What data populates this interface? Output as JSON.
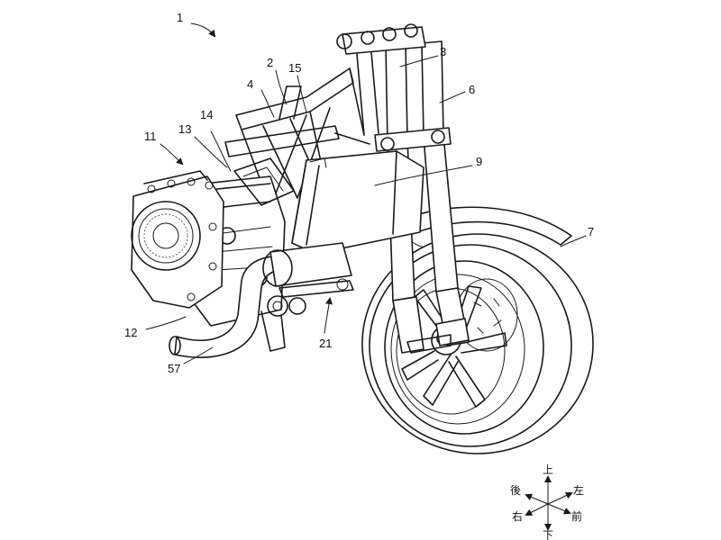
{
  "reference_numerals": {
    "n1": "1",
    "n2": "2",
    "n3": "3",
    "n4": "4",
    "n6": "6",
    "n7": "7",
    "n9": "9",
    "n11": "11",
    "n12": "12",
    "n13": "13",
    "n14": "14",
    "n15": "15",
    "n21": "21",
    "n57": "57"
  },
  "compass": {
    "up": "上",
    "down": "下",
    "left": "左",
    "right": "右",
    "front": "前",
    "rear": "後"
  }
}
